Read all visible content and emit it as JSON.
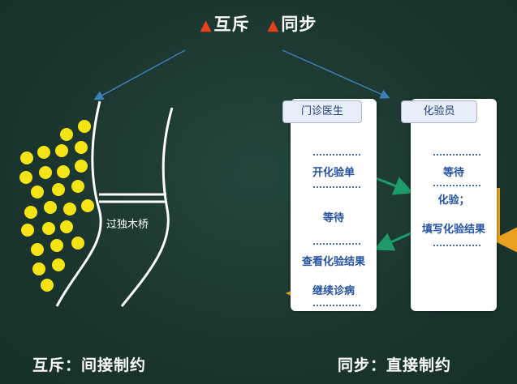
{
  "title": {
    "item1": "互斥",
    "item2": "同步"
  },
  "left": {
    "bridge_label": "过独木桥",
    "caption": "互斥：间接制约"
  },
  "right": {
    "caption": "同步：直接制约",
    "doctor": {
      "label": "门诊医生",
      "steps": [
        "开化验单",
        "等待",
        "查看化验结果",
        "继续诊病"
      ]
    },
    "lab": {
      "label": "化验员",
      "steps": [
        "等待",
        "化验；",
        "填写化验结果"
      ]
    }
  },
  "colors": {
    "background": "#1b352e",
    "triangle": "#e8401c",
    "ball": "#f4e416",
    "step_text": "#2451a0",
    "green_arrow": "#1f9a6a",
    "orange_arrow": "#e8a020"
  }
}
